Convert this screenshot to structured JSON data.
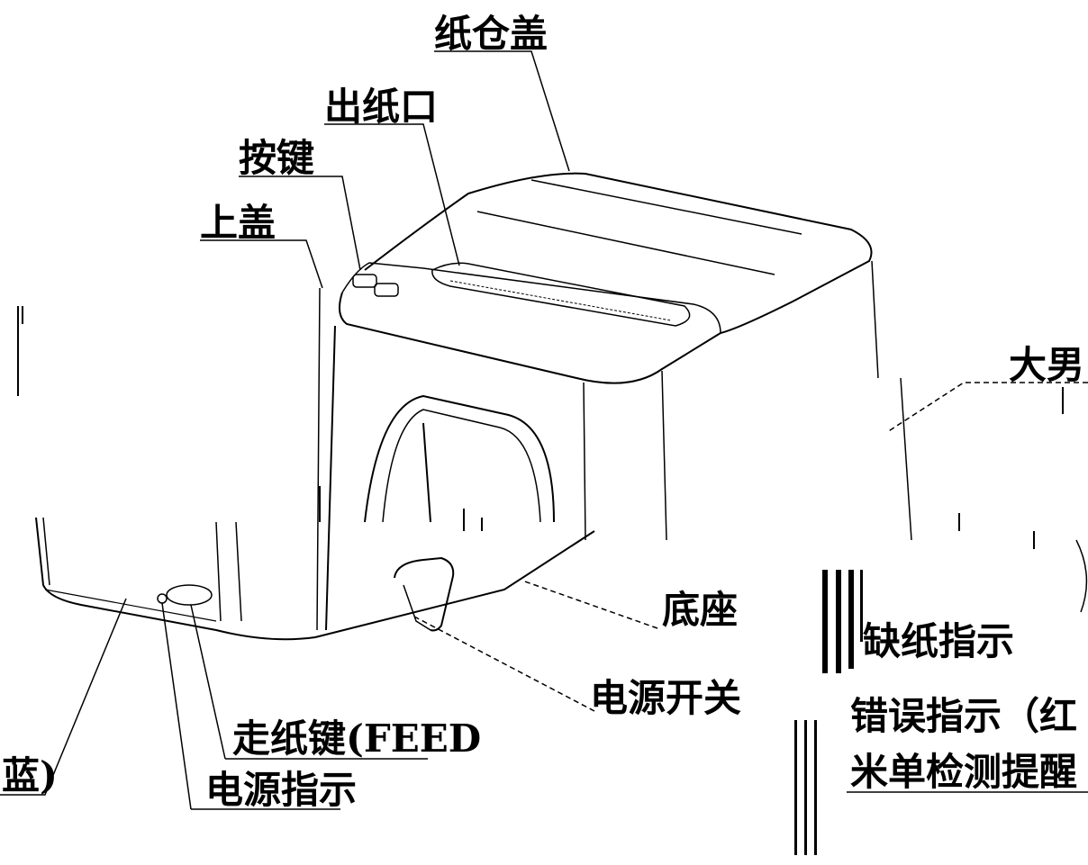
{
  "labels": {
    "paper_cover": "纸仓盖",
    "paper_outlet": "出纸口",
    "keys": "按键",
    "top_cover": "上盖",
    "main_body": "大男",
    "base": "底座",
    "power_switch": "电源开关",
    "feed_key": "走纸键(FEED",
    "power_indicator": "电源指示",
    "blue_fragment": "蓝)",
    "paper_out_indicator": "缺纸指示",
    "error_indicator": "错误指示（红",
    "label_detect_reminder": "米单检测提醒（"
  },
  "colors": {
    "line": "#000000",
    "background": "#ffffff"
  }
}
